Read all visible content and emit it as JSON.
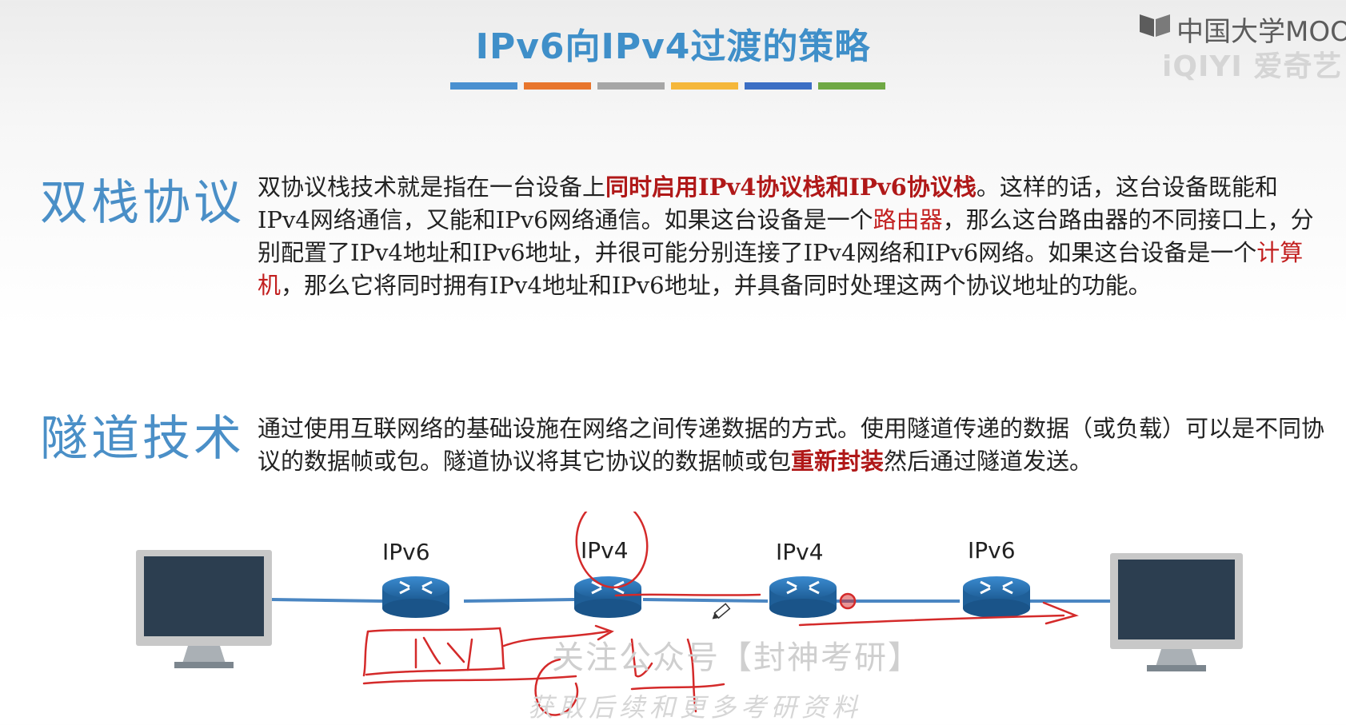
{
  "slide": {
    "title": "IPv6向IPv4过渡的策略",
    "bar_colors": [
      "#4a90d0",
      "#e8762d",
      "#a6a6a6",
      "#f5b73b",
      "#3c6fc4",
      "#6fa844"
    ]
  },
  "watermark": {
    "line1": "中国大学MOOC",
    "line2": "iQIYI 爱奇艺"
  },
  "dual_stack": {
    "heading": "双栈协议",
    "p1": "双协议栈技术就是指在一台设备上",
    "h1": "同时启用IPv4协议栈和IPv6协议栈",
    "p2": "。这样的话，这台设备既能和IPv4网络通信，又能和IPv6网络通信。如果这台设备是一个",
    "h2": "路由器",
    "p3": "，那么这台路由器的不同接口上，分别配置了IPv4地址和IPv6地址，并很可能分别连接了IPv4网络和IPv6网络。如果这台设备是一个",
    "h3": "计算机",
    "p4": "，那么它将同时拥有IPv4地址和IPv6地址，并具备同时处理这两个协议地址的功能。"
  },
  "tunnel": {
    "heading": "隧道技术",
    "p1": "通过使用互联网络的基础设施在网络之间传递数据的方式。使用隧道传递的数据（或负载）可以是不同协议的数据帧或包。隧道协议将其它协议的数据帧或包",
    "h1": "重新封装",
    "p2": "然后通过隧道发送。"
  },
  "diagram": {
    "routers": [
      {
        "label": "IPv6"
      },
      {
        "label": "IPv4"
      },
      {
        "label": "IPv4"
      },
      {
        "label": "IPv6"
      }
    ],
    "annotation_colors": {
      "ink": "#d42a2a",
      "link": "#4a86c2"
    }
  },
  "footer_watermark": {
    "line1": "关注公众号【封神考研】",
    "line2": "获取后续和更多考研资料"
  }
}
